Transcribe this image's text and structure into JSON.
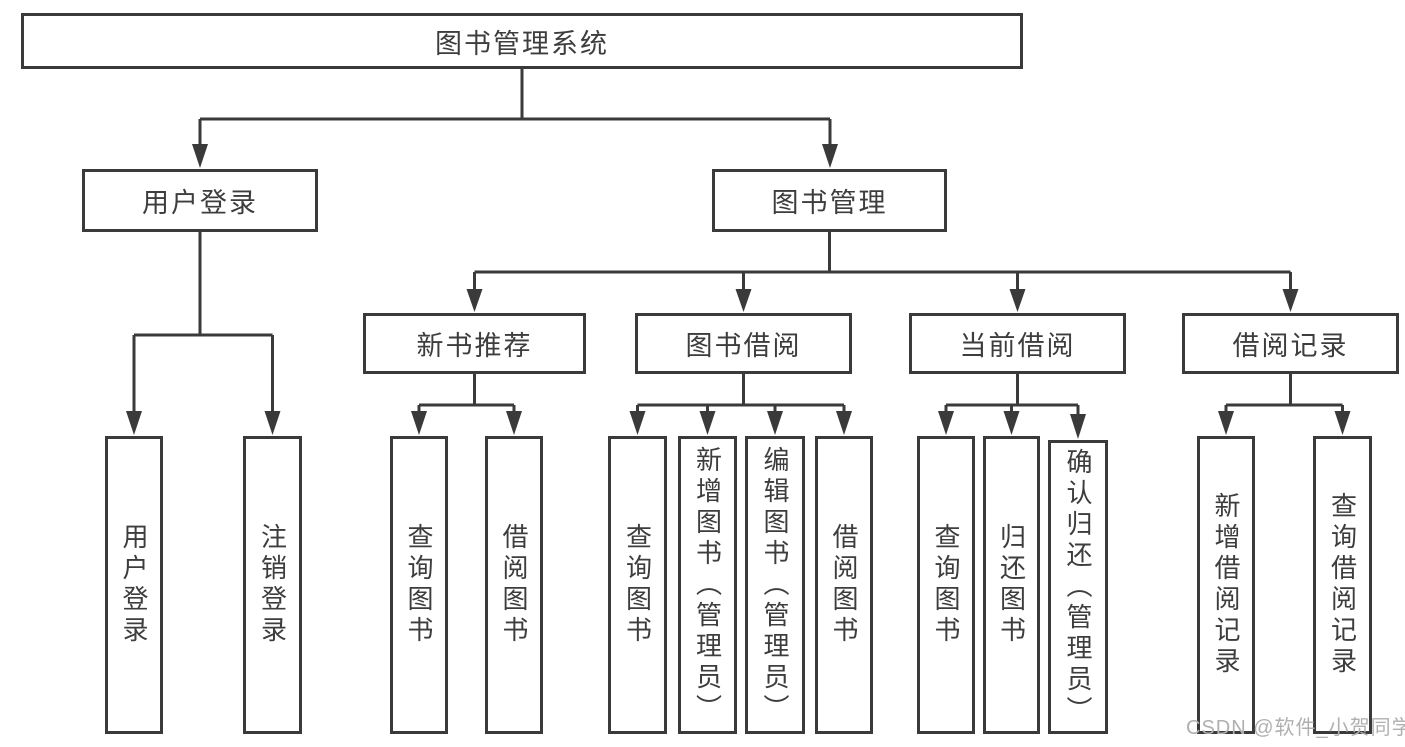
{
  "tree": {
    "root": {
      "label": "图书管理系统",
      "children": [
        {
          "label": "用户登录",
          "children": [
            {
              "label": "用户登录"
            },
            {
              "label": "注销登录"
            }
          ]
        },
        {
          "label": "图书管理",
          "children": [
            {
              "label": "新书推荐",
              "children": [
                {
                  "label": "查询图书"
                },
                {
                  "label": "借阅图书"
                }
              ]
            },
            {
              "label": "图书借阅",
              "children": [
                {
                  "label": "查询图书"
                },
                {
                  "label": "新增图书（管理员）"
                },
                {
                  "label": "编辑图书（管理员）"
                },
                {
                  "label": "借阅图书"
                }
              ]
            },
            {
              "label": "当前借阅",
              "children": [
                {
                  "label": "查询图书"
                },
                {
                  "label": "归还图书"
                },
                {
                  "label": "确认归还（管理员）"
                }
              ]
            },
            {
              "label": "借阅记录",
              "children": [
                {
                  "label": "新增借阅记录"
                },
                {
                  "label": "查询借阅记录"
                }
              ]
            }
          ]
        }
      ]
    }
  },
  "watermark": {
    "text": "CSDN @软件_小贺同学"
  },
  "colors": {
    "line": "#3a3a3a",
    "background": "#ffffff",
    "watermark": "#b0b0b0"
  }
}
